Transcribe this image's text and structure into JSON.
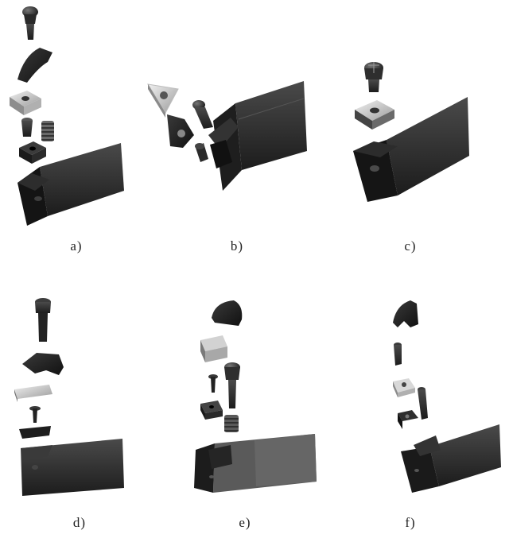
{
  "panels": [
    {
      "id": "a",
      "label": "a)",
      "parts": [
        "clamp-screw",
        "top-clamp",
        "insert",
        "screw",
        "spring",
        "shim",
        "holder"
      ]
    },
    {
      "id": "b",
      "label": "b)",
      "parts": [
        "insert",
        "clamp",
        "screw",
        "pin",
        "holder"
      ]
    },
    {
      "id": "c",
      "label": "c)",
      "parts": [
        "screw",
        "insert",
        "holder"
      ]
    },
    {
      "id": "d",
      "label": "d)",
      "parts": [
        "screw",
        "clamp",
        "insert",
        "shim-screw",
        "shim",
        "holder"
      ]
    },
    {
      "id": "e",
      "label": "e)",
      "parts": [
        "clamp",
        "insert",
        "screw",
        "long-bolt",
        "shim",
        "spring",
        "holder"
      ]
    },
    {
      "id": "f",
      "label": "f)",
      "parts": [
        "clamp",
        "screw",
        "insert",
        "pin",
        "shim",
        "holder"
      ]
    }
  ],
  "colors": {
    "dark": "#1a1a1a",
    "mid": "#3a3a3a",
    "light": "#5a5a5a",
    "insert_light": "#d8d8d8",
    "insert_dark": "#9a9a9a"
  }
}
